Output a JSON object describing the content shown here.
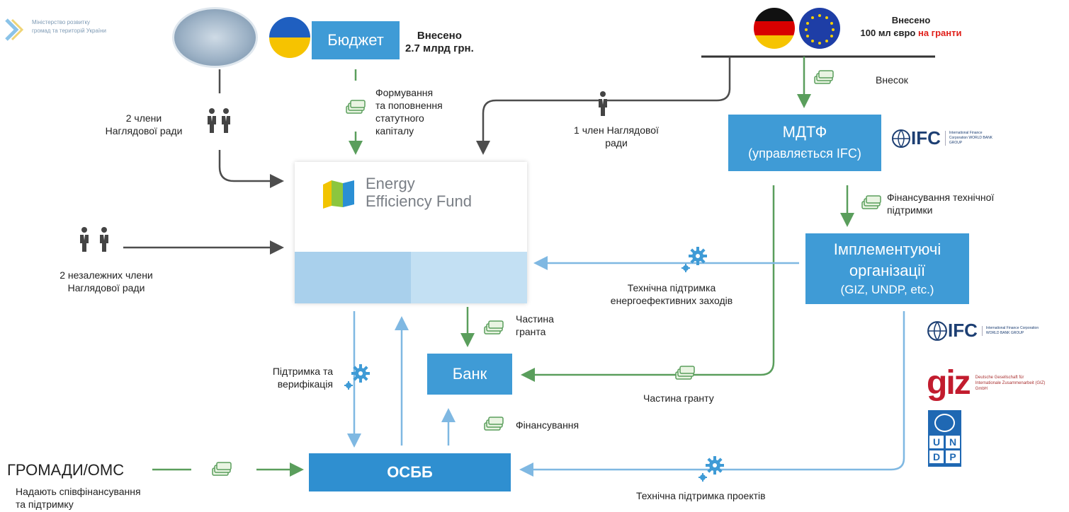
{
  "boxes": {
    "budget": "Бюджет",
    "mdtf_title": "МДТФ",
    "mdtf_sub": "(управляється IFC)",
    "impl_line1": "Імплементуючі",
    "impl_line2": "організації",
    "impl_line3": "(GIZ, UNDP, etc.)",
    "bank": "Банк",
    "osbb": "ОСББ"
  },
  "fund": {
    "line1": "Energy",
    "line2": "Efficiency Fund"
  },
  "ministry": {
    "line1": "Міністерство розвитку",
    "line2": "громад та територій України"
  },
  "contributions": {
    "ua_line1": "Внесено",
    "ua_line2": "2.7 млрд грн.",
    "eu_line1": "Внесено",
    "eu_line2_part1": "100 мл євро ",
    "eu_line2_part2": "на гранти"
  },
  "labels": {
    "vnesky": "Внесок",
    "formation_1": "Формування",
    "formation_2": "та поповнення",
    "formation_3": "статутного",
    "formation_4": "капіталу",
    "two_members_1": "2 члени",
    "two_members_2": "Наглядової ради",
    "one_member_1": "1 член Наглядової",
    "one_member_2": "ради",
    "independent_1": "2 незалежних члени",
    "independent_2": "Наглядової ради",
    "tech_finance_1": "Фінансування технічної",
    "tech_finance_2": "підтримки",
    "tech_support_ee_1": "Технічна підтримка",
    "tech_support_ee_2": "енергоефективних заходів",
    "grant_part_1": "Частина",
    "grant_part_2": "гранта",
    "support_verif_1": "Підтримка та",
    "support_verif_2": "верифікація",
    "grant_part_b": "Частина гранту",
    "financing": "Фінансування",
    "hromady": "ГРОМАДИ/ОМС",
    "cofinance_1": "Надають співфінансування",
    "cofinance_2": "та підтримку",
    "tech_support_projects": "Технічна підтримка проектів"
  },
  "logos": {
    "ifc": "IFC",
    "ifc_desc": "International Finance Corporation WORLD BANK GROUP",
    "giz": "giz",
    "giz_desc": "Deutsche Gesellschaft für Internationale Zusammenarbeit (GIZ) GmbH",
    "undp": [
      "U",
      "N",
      "D",
      "P"
    ]
  },
  "colors": {
    "box_blue": "#3f9bd6",
    "green_arrow": "#5a9e5c",
    "gray_arrow": "#4d4d4d",
    "light_blue_arrow": "#7fb8e2",
    "red_text": "#e0201b"
  }
}
